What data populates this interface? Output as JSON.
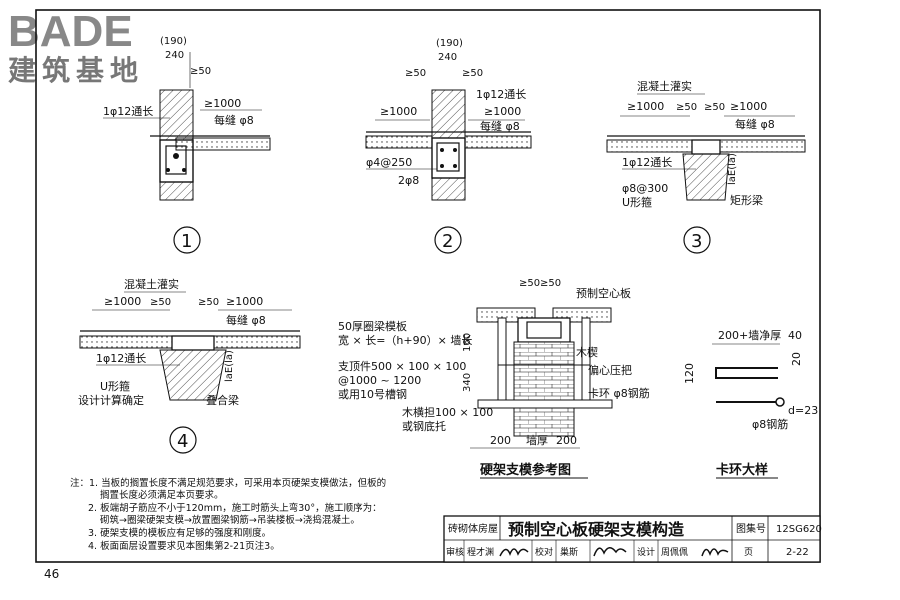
{
  "logo": {
    "brand": "BADE",
    "subtitle": "建筑基地"
  },
  "page_number": "46",
  "detail_numbers": [
    "1",
    "2",
    "3",
    "4"
  ],
  "d1": {
    "dim_190": "(190)",
    "dim_240": "240",
    "dim_50": "≥50",
    "dim_1000": "≥1000",
    "rebar_long": "1φ12通长",
    "rebar_joint": "每缝 φ8"
  },
  "d2": {
    "dim_190": "(190)",
    "dim_240": "240",
    "dim_50a": "≥50",
    "dim_50b": "≥50",
    "dim_1000a": "≥1000",
    "dim_1000b": "≥1000",
    "rebar_long": "1φ12通长",
    "rebar_joint": "每缝 φ8",
    "stirrup": "φ4@250",
    "bottom_bar": "2φ8"
  },
  "d3": {
    "title": "混凝土灌实",
    "dim_1000a": "≥1000",
    "dim_50a": "≥50",
    "dim_50b": "≥50",
    "dim_1000b": "≥1000",
    "rebar_joint": "每缝 φ8",
    "rebar_long": "1φ12通长",
    "stirrup": "φ8@300",
    "stirrup_type": "U形箍",
    "beam": "矩形梁",
    "anchor": "laE(la)"
  },
  "d4": {
    "title": "混凝土灌实",
    "dim_1000a": "≥1000",
    "dim_50a": "≥50",
    "dim_50b": "≥50",
    "dim_1000b": "≥1000",
    "rebar_joint": "每缝 φ8",
    "rebar_long": "1φ12通长",
    "stirrup_type": "U形箍",
    "design_note": "设计计算确定",
    "beam": "叠合梁",
    "anchor": "laE(la)"
  },
  "support": {
    "dim_50a": "≥50",
    "dim_50b": "≥50",
    "slab": "预制空心板",
    "formwork": "50厚圈梁模板",
    "formwork_size": "宽 × 长=（h+90）× 墙长",
    "dim_160": "160",
    "dim_340": "340",
    "prop_line1": "支顶件500 × 100 × 100",
    "prop_line2": "@1000 ~ 1200",
    "prop_line3": "或用10号槽钢",
    "wedge": "木楔",
    "cam": "偏心压把",
    "clip": "卡环 φ8钢筋",
    "beam_line1": "木横担100 × 100",
    "beam_line2": "或钢底托",
    "dim_200a": "200",
    "dim_wall": "墙厚",
    "dim_200b": "200",
    "caption": "硬架支模参考图"
  },
  "clip_detail": {
    "dim_top": "200+墙净厚",
    "dim_40": "40",
    "dim_120": "120",
    "dim_20": "20",
    "dim_d": "d=23",
    "bar": "φ8钢筋",
    "caption": "卡环大样"
  },
  "notes": [
    "注：1. 当板的搁置长度不满足规范要求，可采用本页硬架支模做法，但板的",
    "搁置长度必须满足本页要求。",
    "2. 板端胡子筋应不小于120mm，施工时筋头上弯30°，施工顺序为：",
    "砌筑→圈梁硬架支模→放置圈梁钢筋→吊装楼板→浇捣混凝土。",
    "3. 硬架支模的模板应有足够的强度和刚度。",
    "4. 板面面层设置要求见本图集第2-21页注3。"
  ],
  "title_block": {
    "category": "砖砌体房屋",
    "title": "预制空心板硬架支模构造",
    "atlas_label": "图集号",
    "atlas_no": "12SG620",
    "review_label": "审核",
    "reviewer": "程才渊",
    "check_label": "校对",
    "checker": "巢斯",
    "design_label": "设计",
    "designer": "周佩佩",
    "page_label": "页",
    "page_no": "2-22"
  }
}
